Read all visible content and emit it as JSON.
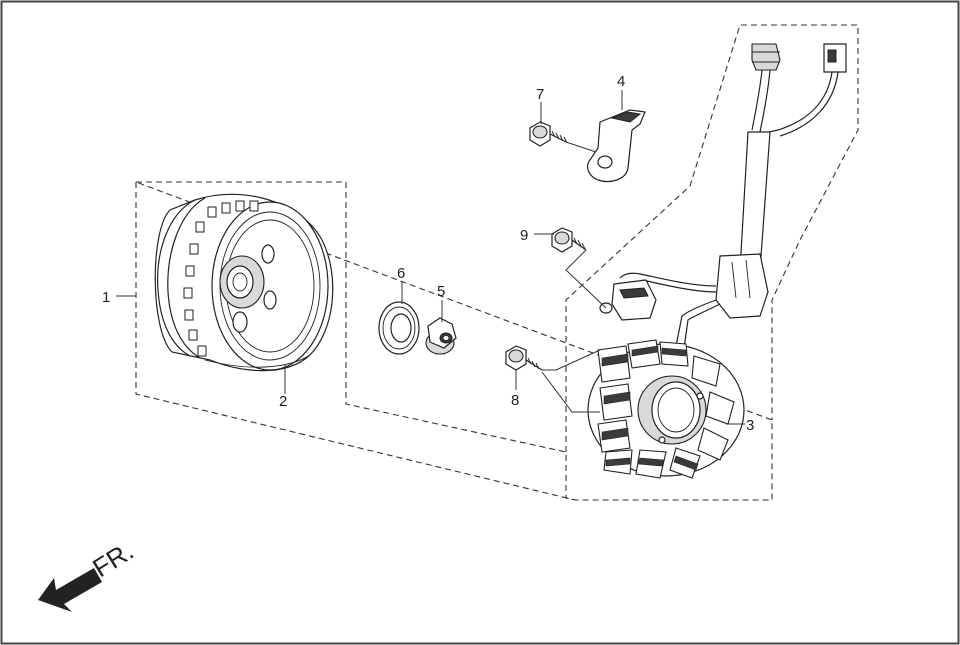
{
  "callouts": {
    "c1": "1",
    "c2": "2",
    "c3": "3",
    "c4": "4",
    "c5": "5",
    "c6": "6",
    "c7": "7",
    "c8": "8",
    "c9": "9"
  },
  "direction": {
    "label": "FR."
  },
  "colors": {
    "ink": "#222222",
    "border": "#333333",
    "background": "#ffffff"
  }
}
